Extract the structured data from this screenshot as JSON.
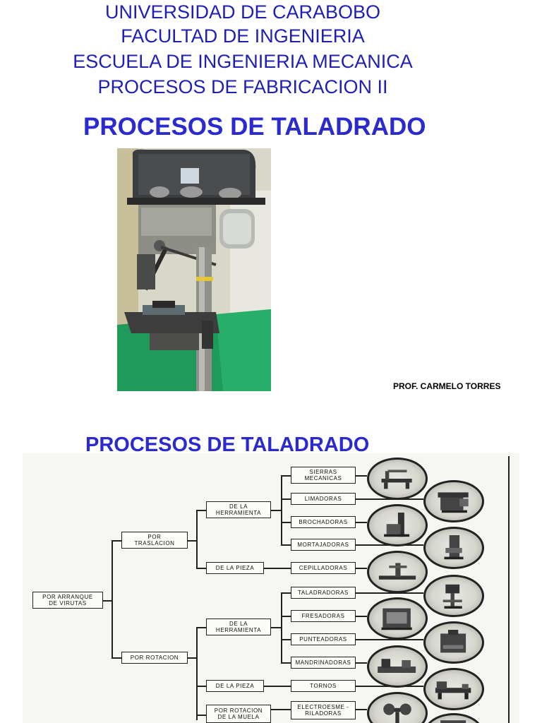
{
  "header": {
    "lines": [
      "UNIVERSIDAD DE CARABOBO",
      "FACULTAD DE INGENIERIA",
      "ESCUELA DE INGENIERIA MECANICA",
      "PROCESOS DE FABRICACION II"
    ]
  },
  "slide1": {
    "title": "PROCESOS DE TALADRADO",
    "author": "PROF. CARMELO TORRES"
  },
  "slide2": {
    "title": "PROCESOS DE TALADRADO",
    "diagram": {
      "root": "POR ARRANQUE DE VIRUTAS",
      "level1": [
        "POR TRASLACION",
        "POR ROTACION"
      ],
      "level2": [
        "DE LA HERRAMIENTA",
        "DE LA PIEZA",
        "DE LA HERRAMIENTA",
        "DE LA PIEZA",
        "POR ROTACION DE LA MUELA"
      ],
      "machines": [
        "SIERRAS MECANICAS",
        "LIMADORAS",
        "BROCHADORAS",
        "MORTAJADORAS",
        "CEPILLADORAS",
        "TALADRADORAS",
        "FRESADORAS",
        "PUNTEADORAS",
        "MANDRINADORAS",
        "TORNOS",
        "ELECTROESME - RILADORAS"
      ]
    }
  }
}
